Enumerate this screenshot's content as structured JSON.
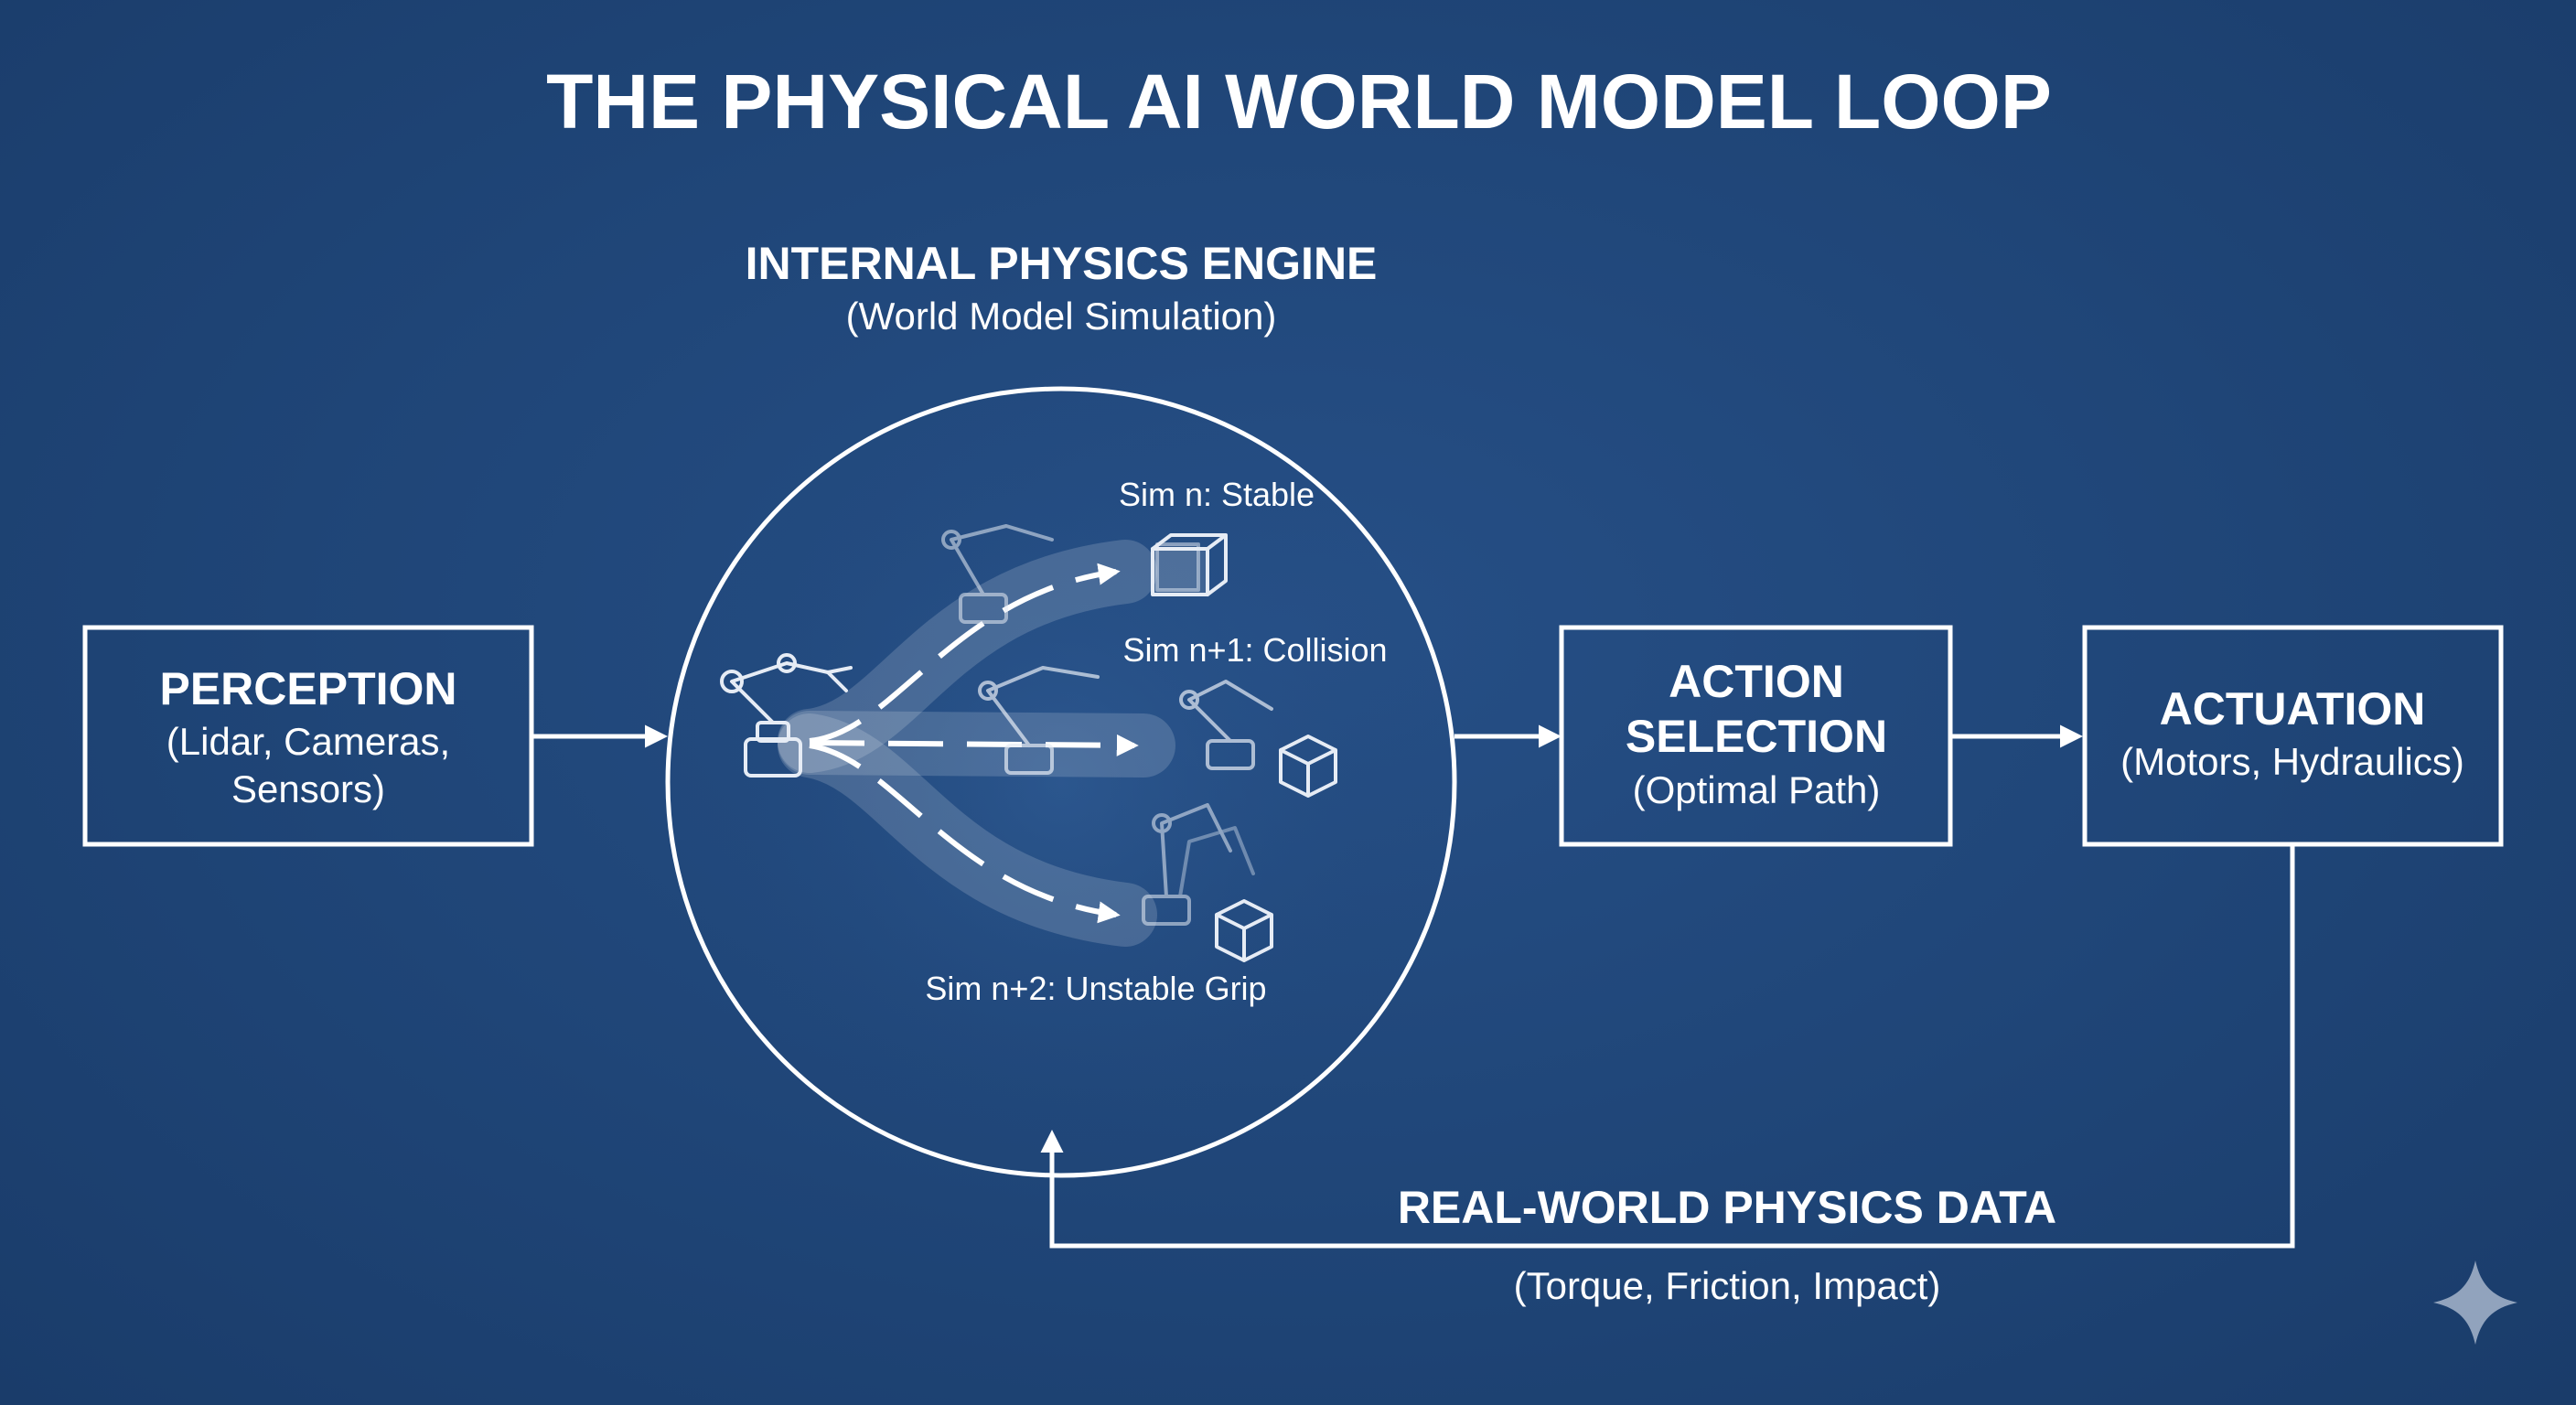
{
  "title": "THE PHYSICAL AI WORLD MODEL LOOP",
  "engine": {
    "heading": "INTERNAL PHYSICS ENGINE",
    "subheading": "(World Model Simulation)",
    "simulations": [
      {
        "label": "Sim n: Stable"
      },
      {
        "label": "Sim n+1: Collision"
      },
      {
        "label": "Sim n+2: Unstable Grip"
      }
    ]
  },
  "perception": {
    "title": "PERCEPTION",
    "detail_line1": "(Lidar, Cameras,",
    "detail_line2": "Sensors)"
  },
  "action_selection": {
    "title_line1": "ACTION",
    "title_line2": "SELECTION",
    "detail": "(Optimal Path)"
  },
  "actuation": {
    "title": "ACTUATION",
    "detail": "(Motors, Hydraulics)"
  },
  "feedback": {
    "title": "REAL-WORLD PHYSICS DATA",
    "detail": "(Torque, Friction, Impact)"
  },
  "icons": {
    "corner": "sparkle-icon"
  }
}
